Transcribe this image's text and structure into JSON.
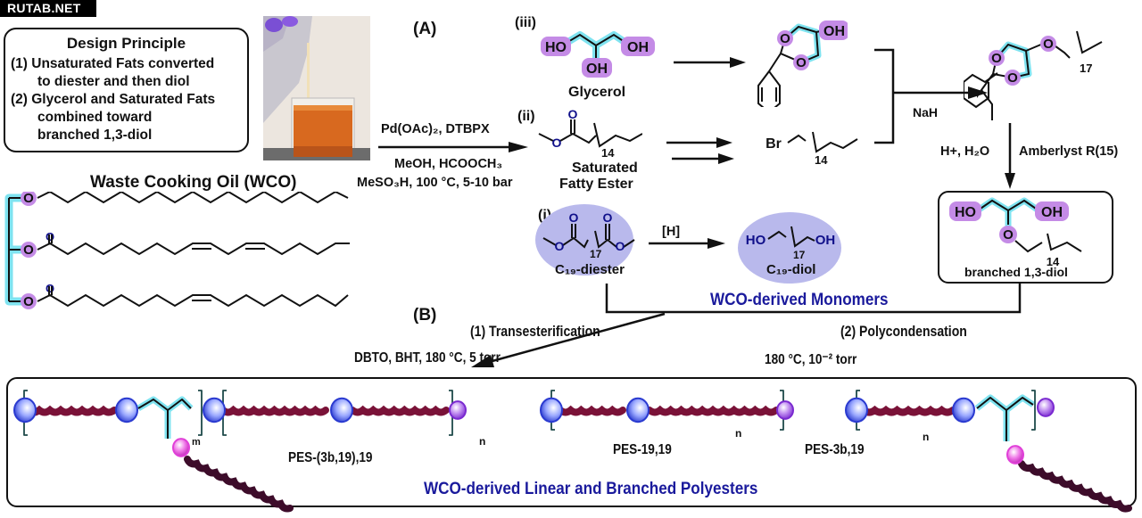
{
  "watermark": "RUTAB.NET",
  "design_principle": {
    "title": "Design Principle",
    "lines": [
      "(1) Unsaturated Fats converted",
      "to diester and then diol",
      "(2) Glycerol and Saturated Fats",
      "combined toward",
      "branched 1,3-diol"
    ]
  },
  "photo": {
    "description": "pouring orange waste cooking oil into beaker"
  },
  "wco": {
    "title": "Waste Cooking Oil (WCO)",
    "atom_o": "O"
  },
  "section_a": {
    "label": "(A)",
    "step_iii": "(iii)",
    "step_ii": "(ii)",
    "step_i": "(i)",
    "glycerol": {
      "name": "Glycerol",
      "ho": "HO",
      "oh": "OH"
    },
    "carbonylation": {
      "line1": "Pd(OAc)₂, DTBPX",
      "line2": "MeOH, HCOOCH₃",
      "line3": "MeSO₃H, 100 °C, 5-10 bar"
    },
    "saturated_ester": {
      "name_line1": "Saturated",
      "name_line2": "Fatty Ester",
      "repeat": "14",
      "o": "O"
    },
    "acetal": {
      "o": "O",
      "oh": "OH"
    },
    "bromide": {
      "br": "Br",
      "repeat": "14"
    },
    "nah": "NaH",
    "protected_ether": {
      "o": "O",
      "repeat": "17"
    },
    "deprotection": {
      "left": "H+, H₂O",
      "right": "Amberlyst R(15)"
    },
    "branched_diol": {
      "name": "branched 1,3-diol",
      "ho": "HO",
      "oh": "OH",
      "o": "O",
      "repeat": "14"
    },
    "diester": {
      "name": "C₁₉-diester",
      "repeat": "17",
      "o": "O"
    },
    "hydrogenation": "[H]",
    "diol": {
      "name": "C₁₉-diol",
      "ho": "HO",
      "oh": "OH",
      "repeat": "17"
    },
    "monomers_title": "WCO-derived Monomers"
  },
  "section_b": {
    "label": "(B)",
    "step1": "(1) Transesterification",
    "step1_cond": "DBTO, BHT, 180 °C, 5 torr",
    "step2": "(2) Polycondensation",
    "step2_cond": "180 °C, 10⁻² torr",
    "polymers": [
      {
        "name": "PES-(3b,19),19",
        "sub1": "m",
        "sub2": "n"
      },
      {
        "name": "PES-19,19",
        "sub1": "n"
      },
      {
        "name": "PES-3b,19",
        "sub1": "n"
      }
    ],
    "polymers_title": "WCO-derived Linear and Branched Polyesters"
  },
  "colors": {
    "highlight_purple": "#c48be6",
    "highlight_cyan": "#7fe3f0",
    "oxygen_blue": "#10108a",
    "ellipse_fill": "#b9b9ec",
    "title_blue": "#1a1a9c",
    "chain_maroon": "#7a1238",
    "chain_dark": "#3d0c2a",
    "bead_blue": "#2a3ad0",
    "bead_pink": "#e040d8"
  }
}
